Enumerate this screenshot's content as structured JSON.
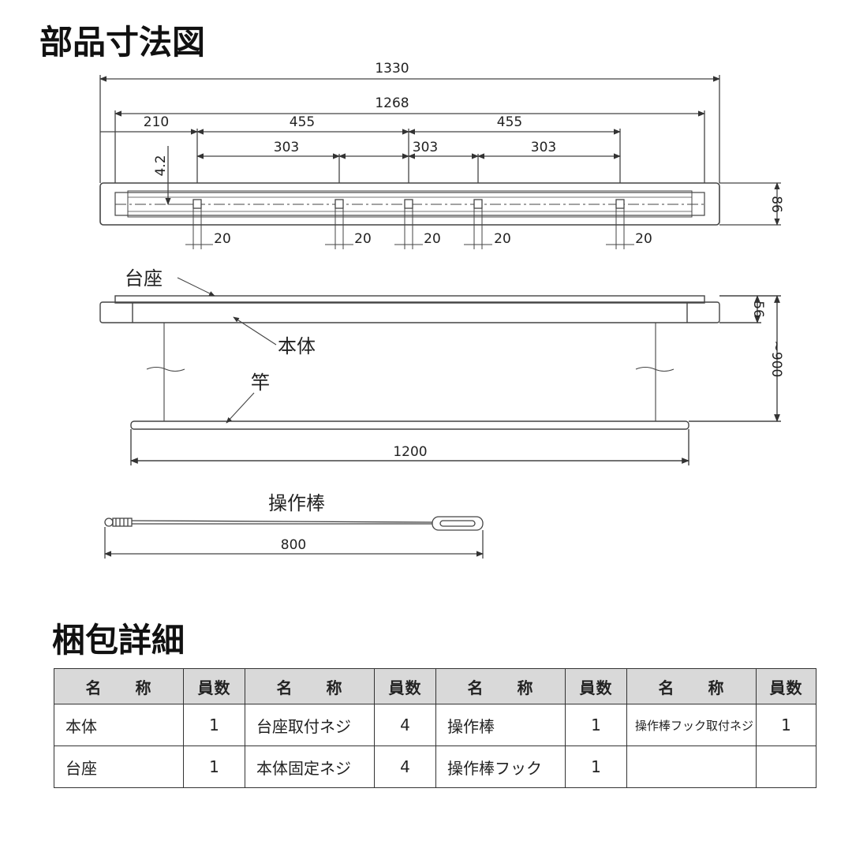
{
  "titles": {
    "dimensions": "部品寸法図",
    "packing": "梱包詳細"
  },
  "dims": {
    "d1330": "1330",
    "d1268": "1268",
    "d210": "210",
    "d455a": "455",
    "d455b": "455",
    "d303a": "303",
    "d303b": "303",
    "d303c": "303",
    "d4_2": "4.2",
    "d86": "86",
    "d20": [
      "20",
      "20",
      "20",
      "20",
      "20"
    ],
    "d56": "56",
    "d900": "~900",
    "d1200": "1200",
    "d800": "800"
  },
  "labels": {
    "base": "台座",
    "body": "本体",
    "pole": "竿",
    "rod": "操作棒"
  },
  "packing_table": {
    "header_name": "名　　称",
    "header_qty": "員数",
    "rows": [
      [
        {
          "name": "本体",
          "qty": "1"
        },
        {
          "name": "台座取付ネジ",
          "qty": "4"
        },
        {
          "name": "操作棒",
          "qty": "1"
        },
        {
          "name": "操作棒フック取付ネジ",
          "qty": "1"
        }
      ],
      [
        {
          "name": "台座",
          "qty": "1"
        },
        {
          "name": "本体固定ネジ",
          "qty": "4"
        },
        {
          "name": "操作棒フック",
          "qty": "1"
        },
        {
          "name": "",
          "qty": ""
        }
      ]
    ]
  }
}
